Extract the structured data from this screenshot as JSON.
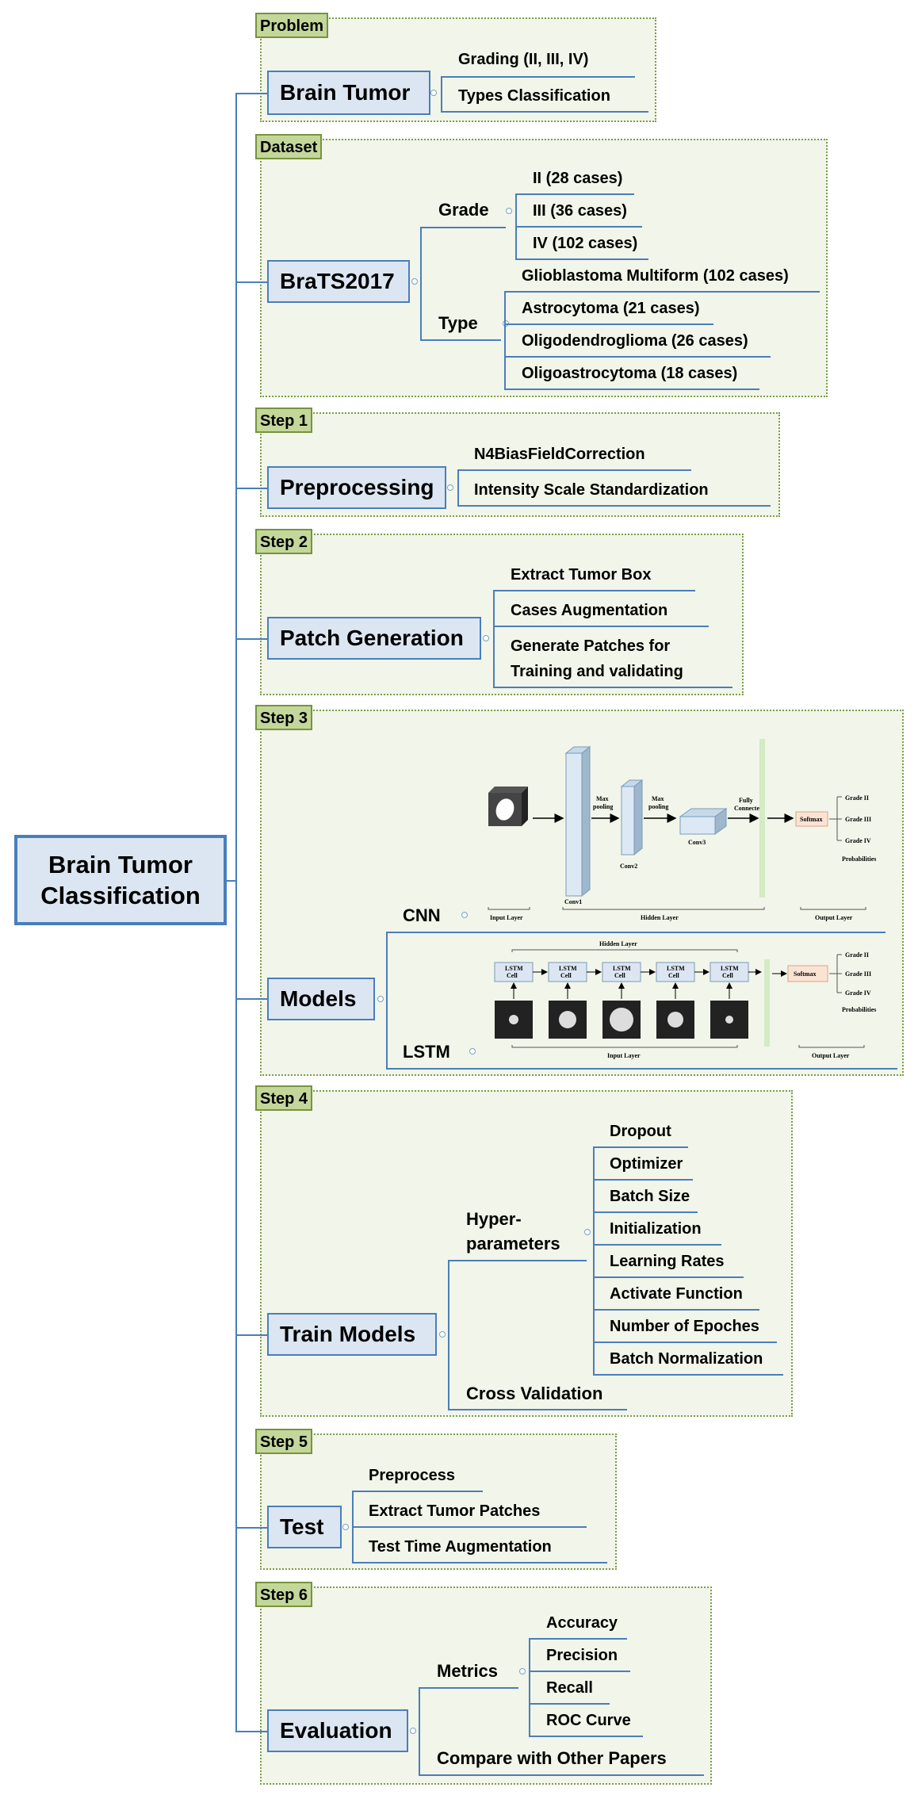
{
  "root": {
    "line1": "Brain Tumor",
    "line2": "Classification"
  },
  "problem": {
    "tag": "Problem",
    "title": "Brain Tumor",
    "items": [
      "Grading (II, III, IV)",
      "Types Classification"
    ]
  },
  "dataset": {
    "tag": "Dataset",
    "title": "BraTS2017",
    "grade": {
      "label": "Grade",
      "items": [
        "II (28 cases)",
        "III (36 cases)",
        "IV (102 cases)"
      ]
    },
    "type": {
      "label": "Type",
      "items": [
        "Glioblastoma Multiform (102 cases)",
        "Astrocytoma (21 cases)",
        "Oligodendroglioma (26 cases)",
        "Oligoastrocytoma (18 cases)"
      ]
    }
  },
  "step1": {
    "tag": "Step 1",
    "title": "Preprocessing",
    "items": [
      "N4BiasFieldCorrection",
      "Intensity Scale Standardization"
    ]
  },
  "step2": {
    "tag": "Step 2",
    "title": "Patch Generation",
    "items": [
      "Extract Tumor Box",
      "Cases Augmentation",
      "Generate Patches for",
      "Training and validating"
    ]
  },
  "step3": {
    "tag": "Step 3",
    "title": "Models",
    "cnn": {
      "label": "CNN",
      "max_pool": "Max",
      "pooling": "pooling",
      "fully": "Fully",
      "connected": "Connected",
      "conv1": "Conv1",
      "conv2": "Conv2",
      "conv3": "Conv3",
      "softmax": "Softmax",
      "grades": [
        "Grade II",
        "Grade III",
        "Grade IV"
      ],
      "probabilities": "Probabilities",
      "input_layer": "Input Layer",
      "hidden_layer": "Hidden Layer",
      "output_layer": "Output Layer"
    },
    "lstm": {
      "label": "LSTM",
      "hidden_layer": "Hidden Layer",
      "cell_line1": "LSTM",
      "cell_line2": "Cell",
      "softmax": "Softmax",
      "grades": [
        "Grade II",
        "Grade III",
        "Grade IV"
      ],
      "probabilities": "Probabilities",
      "input_layer": "Input Layer",
      "output_layer": "Output Layer"
    }
  },
  "step4": {
    "tag": "Step 4",
    "title": "Train Models",
    "hyper": {
      "line1": "Hyper-",
      "line2": "parameters",
      "items": [
        "Dropout",
        "Optimizer",
        "Batch Size",
        "Initialization",
        "Learning Rates",
        "Activate Function",
        "Number of Epoches",
        "Batch Normalization"
      ]
    },
    "cross_validation": "Cross Validation"
  },
  "step5": {
    "tag": "Step 5",
    "title": "Test",
    "items": [
      "Preprocess",
      "Extract Tumor Patches",
      "Test Time Augmentation"
    ]
  },
  "step6": {
    "tag": "Step 6",
    "title": "Evaluation",
    "metrics": {
      "label": "Metrics",
      "items": [
        "Accuracy",
        "Precision",
        "Recall",
        "ROC Curve"
      ]
    },
    "compare": "Compare with Other Papers"
  },
  "colors": {
    "line": "#4a7ebb",
    "box_fill": "#dce6f2",
    "section_fill": "#f2f5e9",
    "tag_fill": "#c4d79b",
    "tag_border": "#77933c"
  }
}
